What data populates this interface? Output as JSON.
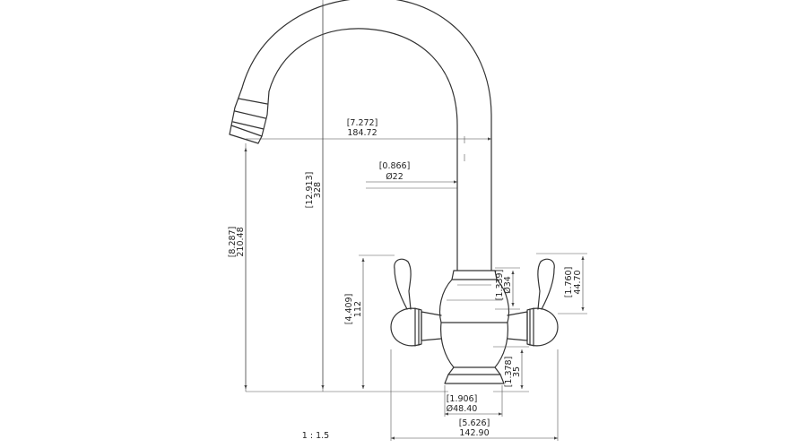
{
  "scale": "1 : 1.5",
  "dimensions": {
    "reach_in": "[7.272]",
    "reach_mm": "184.72",
    "spout_dia_in": "[0.866]",
    "spout_dia_mm": "Ø22",
    "outlet_height_in": "[8.287]",
    "outlet_height_mm": "210.48",
    "total_height_in": "[12.913]",
    "total_height_mm": "328",
    "body_height_in": "[4.409]",
    "body_height_mm": "112",
    "valve_dia_in": "[1.339]",
    "valve_dia_mm": "Ø34",
    "lever_height_in": "[1.760]",
    "lever_height_mm": "44.70",
    "base_height_in": "[1.378]",
    "base_height_mm": "35",
    "base_dia_in": "[1.906]",
    "base_dia_mm": "Ø48.40",
    "width_in": "[5.626]",
    "width_mm": "142.90"
  }
}
